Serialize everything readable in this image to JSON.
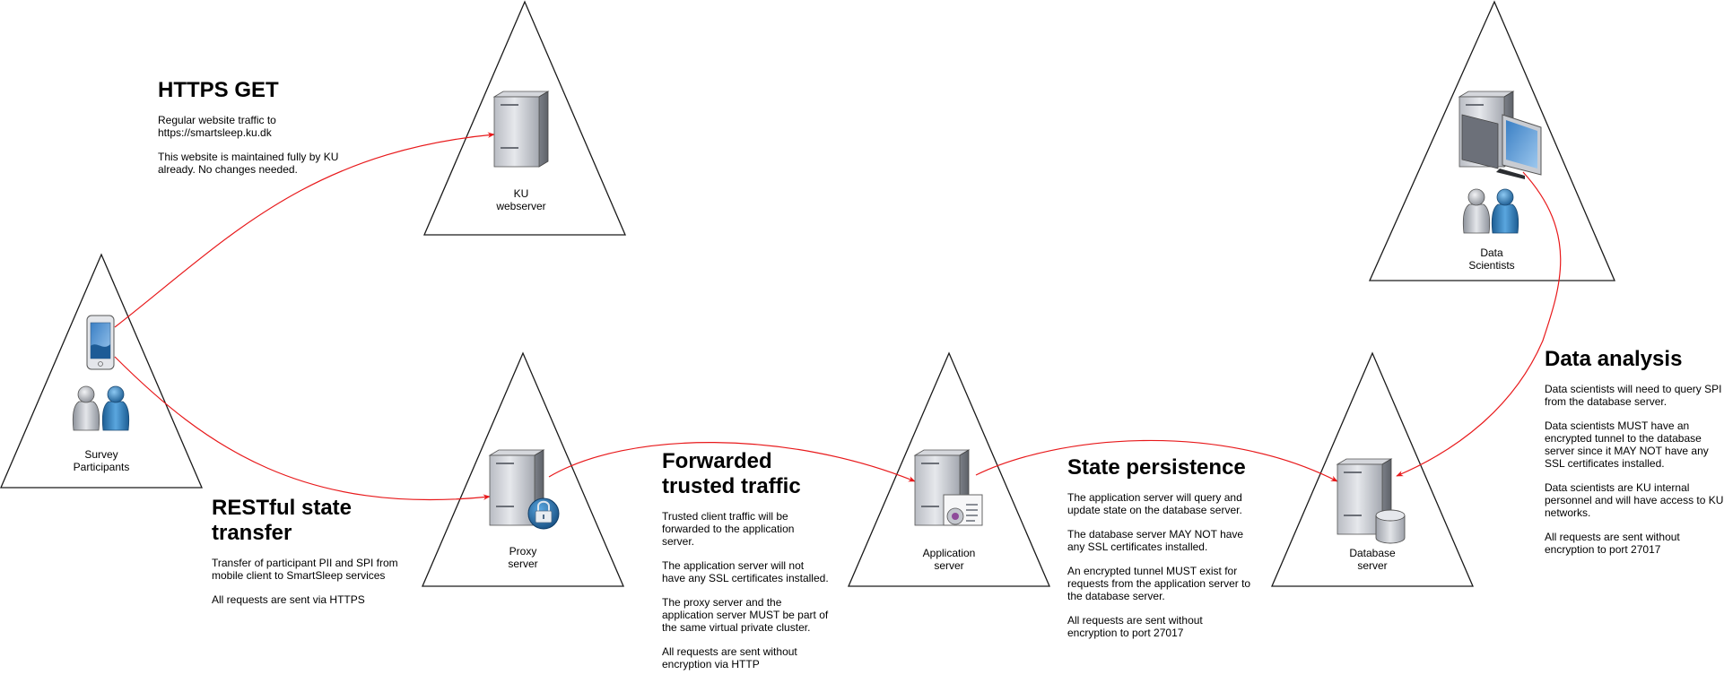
{
  "nodes": {
    "survey": {
      "line1": "Survey",
      "line2": "Participants"
    },
    "ku": {
      "line1": "KU",
      "line2": "webserver"
    },
    "proxy": {
      "line1": "Proxy",
      "line2": "server"
    },
    "app": {
      "line1": "Application",
      "line2": "server"
    },
    "db": {
      "line1": "Database",
      "line2": "server"
    },
    "scientists": {
      "line1": "Data",
      "line2": "Scientists"
    }
  },
  "blocks": {
    "https_get": {
      "title": "HTTPS GET",
      "paragraphs": [
        "Regular website traffic to https://smartsleep.ku.dk",
        "This website is maintained fully by KU already. No changes needed."
      ]
    },
    "restful": {
      "title": "RESTful state transfer",
      "paragraphs": [
        "Transfer of participant PII and SPI from mobile client to SmartSleep services",
        "All requests are sent via HTTPS"
      ]
    },
    "forwarded": {
      "title": "Forwarded trusted traffic",
      "paragraphs": [
        "Trusted client traffic will be forwarded to the application server.",
        "The application server will not have any SSL certificates installed.",
        "The proxy server and the application server MUST be part of the same virtual private cluster.",
        "All requests are sent without encryption via HTTP"
      ]
    },
    "state": {
      "title": "State persistence",
      "paragraphs": [
        "The application server will query and update state on the database server.",
        "The database server MAY NOT have any SSL certificates installed.",
        "An encrypted tunnel MUST exist for requests from the application server to the database server.",
        "All requests are sent without encryption to port 27017"
      ]
    },
    "analysis": {
      "title": "Data analysis",
      "paragraphs": [
        "Data scientists will need to query SPI from the database server.",
        "Data scientists MUST have an encrypted tunnel to the database server since it MAY NOT have any SSL certificates installed.",
        "Data scientists are KU internal personnel and will have access to KU networks.",
        "All requests are sent without encryption to port 27017"
      ]
    }
  },
  "colors": {
    "arrow": "#e8191b",
    "outline": "#1a1a1a"
  },
  "icons": [
    "smartphone-icon",
    "person-icon",
    "server-icon",
    "lock-icon",
    "certificate-icon",
    "database-icon",
    "monitor-icon"
  ]
}
